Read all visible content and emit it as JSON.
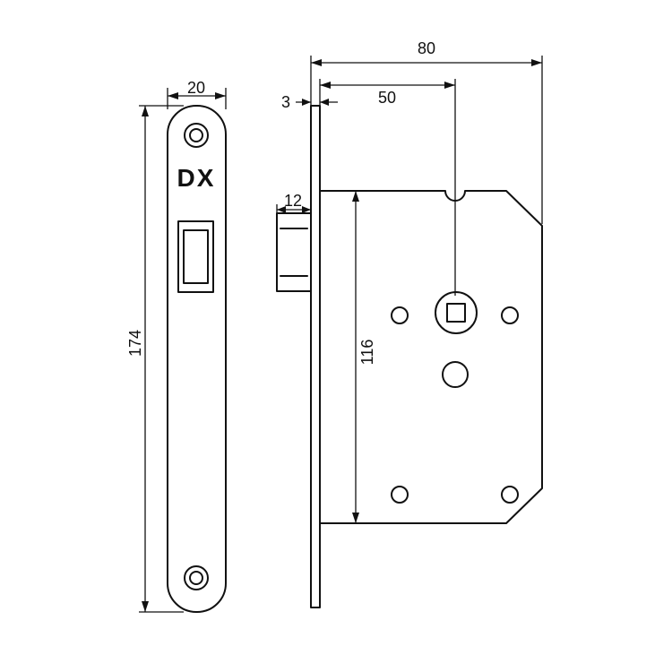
{
  "faceplate": {
    "brand": "DX",
    "width_label": "20",
    "height_label": "174"
  },
  "lock_body": {
    "plate_thickness_label": "3",
    "latch_projection_label": "12",
    "backset_label": "50",
    "overall_depth_label": "80",
    "body_height_label": "116"
  }
}
